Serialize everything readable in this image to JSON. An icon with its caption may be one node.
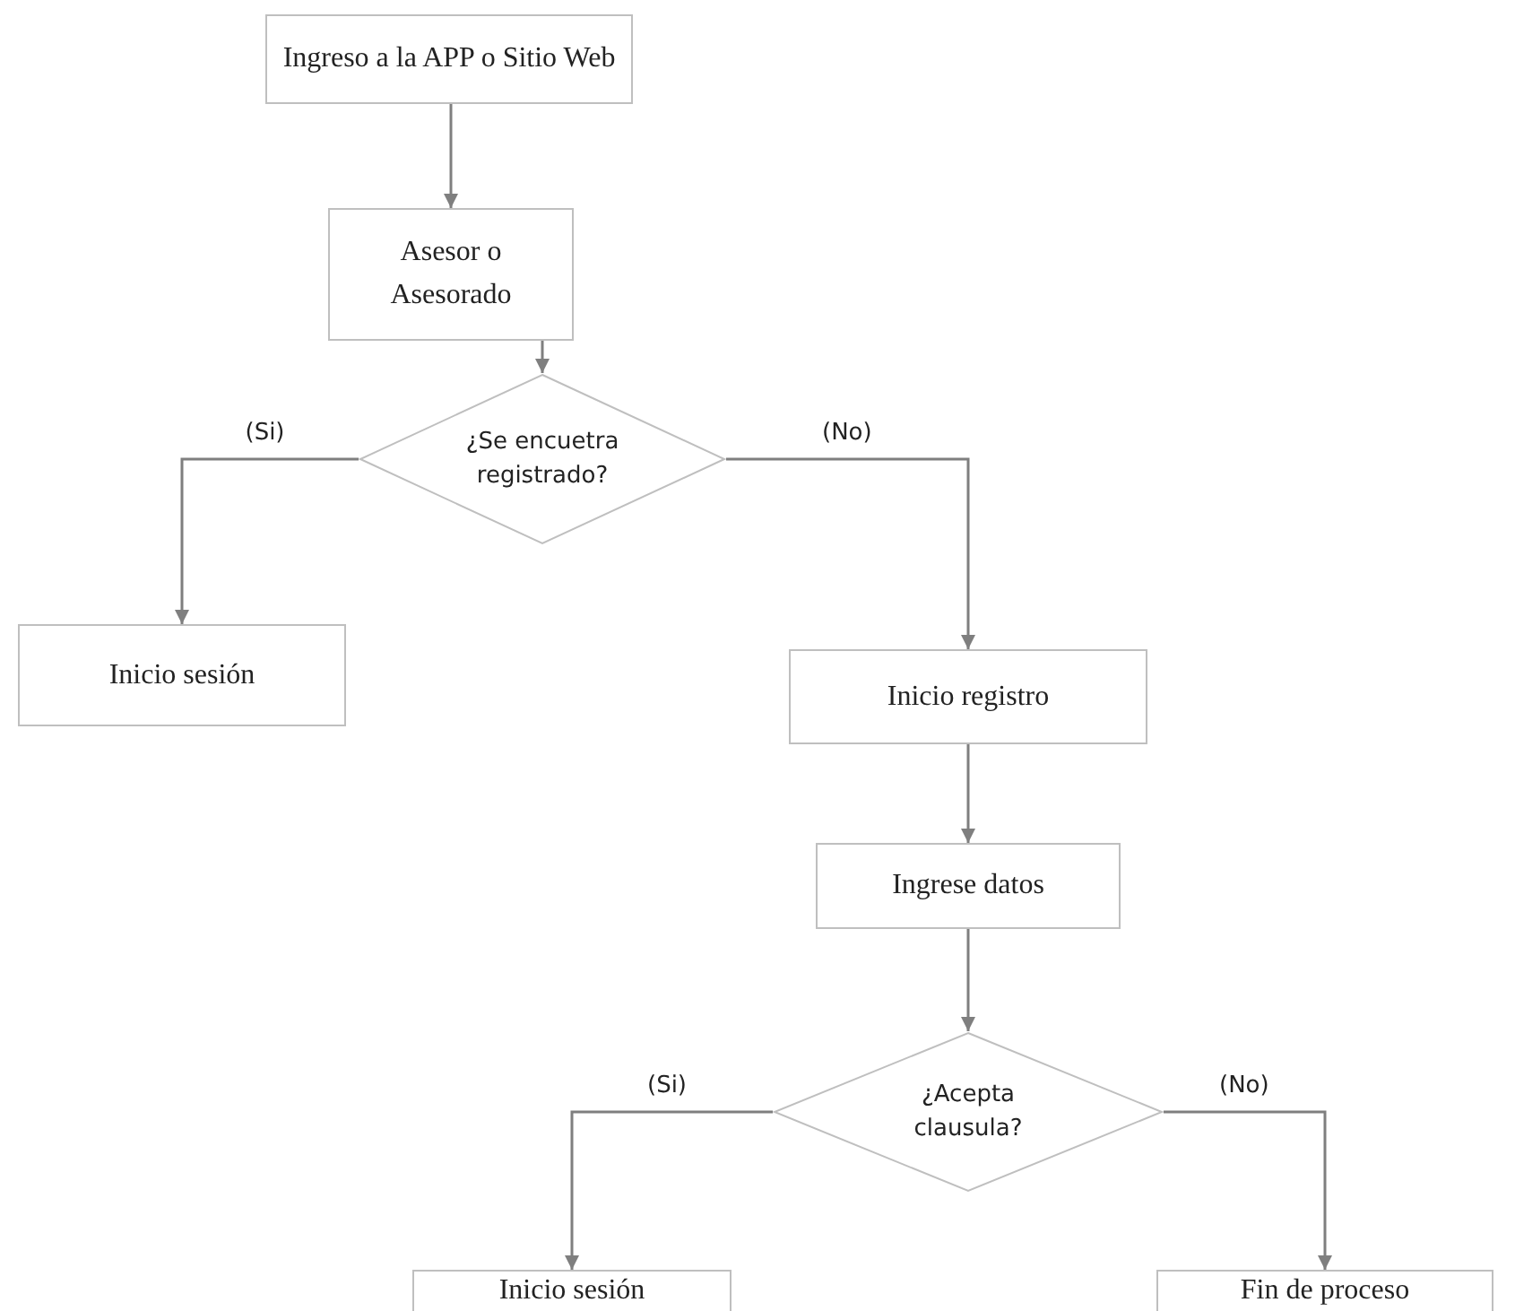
{
  "diagram": {
    "nodes": [
      {
        "text": [
          "Ingreso a la APP o Sitio Web"
        ]
      },
      {
        "text": [
          "Asesor o Asesorado"
        ]
      },
      {
        "text": [
          "¿Se encuetra registrado?"
        ]
      },
      {
        "text": [
          "Inicio sesión"
        ]
      },
      {
        "text": [
          "Inicio registro"
        ]
      },
      {
        "text": [
          "Ingrese datos"
        ]
      },
      {
        "text": [
          "¿Acepta clausula?"
        ]
      },
      {
        "text": [
          "Inicio sesión"
        ]
      },
      {
        "text": [
          "Fin de proceso"
        ]
      }
    ],
    "edges": [
      {
        "from": 0,
        "to": 1,
        "arrow": "to"
      },
      {
        "from": 1,
        "to": 2,
        "arrow": "to"
      },
      {
        "from": 2,
        "to": 3,
        "arrow": "to",
        "label": "(Si)"
      },
      {
        "from": 2,
        "to": 4,
        "arrow": "to",
        "label": "(No)"
      },
      {
        "from": 4,
        "to": 5,
        "arrow": "to"
      },
      {
        "from": 5,
        "to": 6,
        "arrow": "to"
      },
      {
        "from": 6,
        "to": 7,
        "arrow": "to",
        "label": "(Si)"
      },
      {
        "from": 6,
        "to": 8,
        "arrow": "to",
        "label": "(No)"
      }
    ]
  }
}
